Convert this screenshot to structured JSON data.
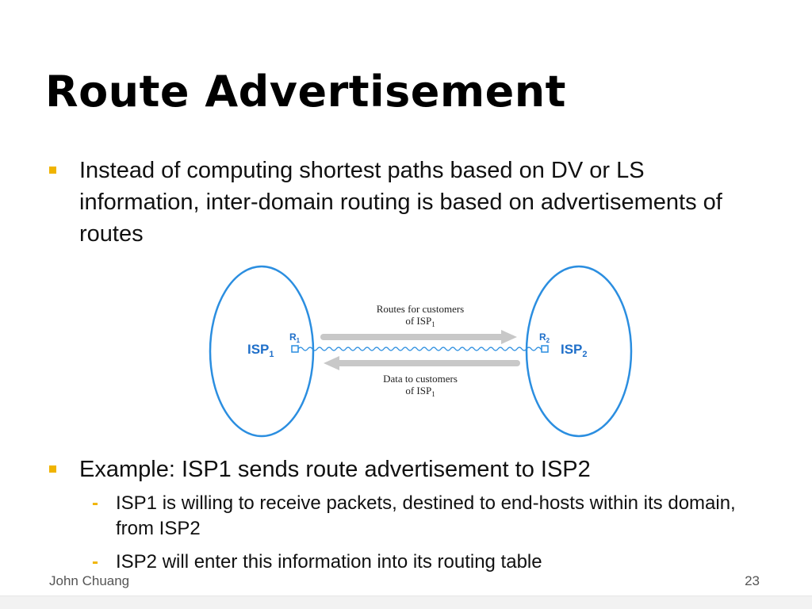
{
  "slide": {
    "title": "Route Advertisement",
    "bullets": [
      "Instead of computing shortest paths based on DV or LS information, inter-domain routing is based on advertisements of routes",
      "Example: ISP1 sends route advertisement to ISP2"
    ],
    "sub_bullets": [
      "ISP1 is willing to receive packets, destined to end-hosts within its domain, from ISP2",
      "ISP2 will enter this information into its routing table"
    ],
    "sub_marker": "-",
    "footer": {
      "author": "John Chuang",
      "page": "23"
    },
    "colors": {
      "bullet_marker": "#f0b400",
      "ellipse": "#2b8ee0",
      "isp_label": "#1f6fc9",
      "arrow": "#c8c8c8"
    }
  },
  "diagram": {
    "isp1": {
      "label": "ISP",
      "sub": "1"
    },
    "isp2": {
      "label": "ISP",
      "sub": "2"
    },
    "r1": {
      "label": "R",
      "sub": "1"
    },
    "r2": {
      "label": "R",
      "sub": "2"
    },
    "top_arrow_label": {
      "line1": "Routes for customers",
      "line2": "of ISP",
      "sub": "1"
    },
    "bottom_arrow_label": {
      "line1": "Data to customers",
      "line2": "of ISP",
      "sub": "1"
    }
  }
}
